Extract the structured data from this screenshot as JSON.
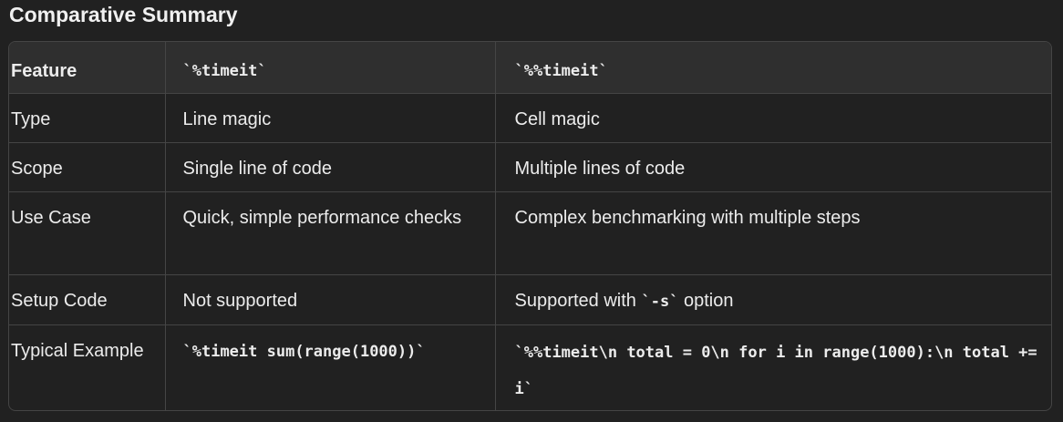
{
  "heading": "Comparative Summary",
  "table": {
    "headers": [
      "Feature",
      "`%timeit`",
      "`%%timeit`"
    ],
    "rows": [
      {
        "feature": "Type",
        "timeit": "Line magic",
        "timeit_cell": "Cell magic"
      },
      {
        "feature": "Scope",
        "timeit": "Single line of code",
        "timeit_cell": "Multiple lines of code"
      },
      {
        "feature": "Use Case",
        "timeit": "Quick, simple performance checks",
        "timeit_cell": "Complex benchmarking with multiple steps"
      },
      {
        "feature": "Setup Code",
        "timeit": "Not supported",
        "timeit_cell_pre": "Supported with ",
        "timeit_cell_code": "`-s`",
        "timeit_cell_post": " option"
      },
      {
        "feature": "Typical Example",
        "timeit": "`%timeit sum(range(1000))`",
        "timeit_cell": "`%%timeit\\n total = 0\\n for i in range(1000):\\n total += i`"
      }
    ]
  },
  "colors": {
    "background": "#212121",
    "header_background": "#2f2f2f",
    "border": "#454545",
    "text": "#ececec"
  }
}
